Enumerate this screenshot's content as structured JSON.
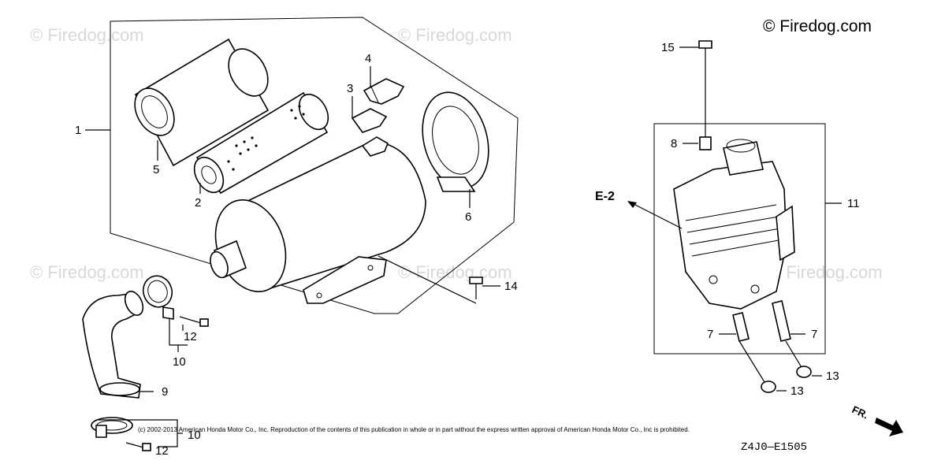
{
  "watermarks": [
    "© Firedog.com",
    "© Firedog.com",
    "© Firedog.com",
    "© Firedog.com",
    "© Firedog.com",
    "Firedog.com"
  ],
  "brand": "© Firedog.com",
  "copyright": "(c) 2002-2013 American Honda Motor Co., Inc. Reproduction of the contents of this publication in whole or in part without the express written approval of American Honda Motor Co., Inc is prohibited.",
  "diagram_code": "Z4J0—E1505",
  "labels": {
    "e2": "E-2",
    "fr": "FR."
  },
  "callouts": {
    "p1": "1",
    "p2": "2",
    "p3": "3",
    "p4": "4",
    "p5": "5",
    "p6": "6",
    "p7a": "7",
    "p7b": "7",
    "p8": "8",
    "p9": "9",
    "p10a": "10",
    "p10b": "10",
    "p11": "11",
    "p12a": "12",
    "p12b": "12",
    "p13a": "13",
    "p13b": "13",
    "p14": "14",
    "p15": "15"
  }
}
